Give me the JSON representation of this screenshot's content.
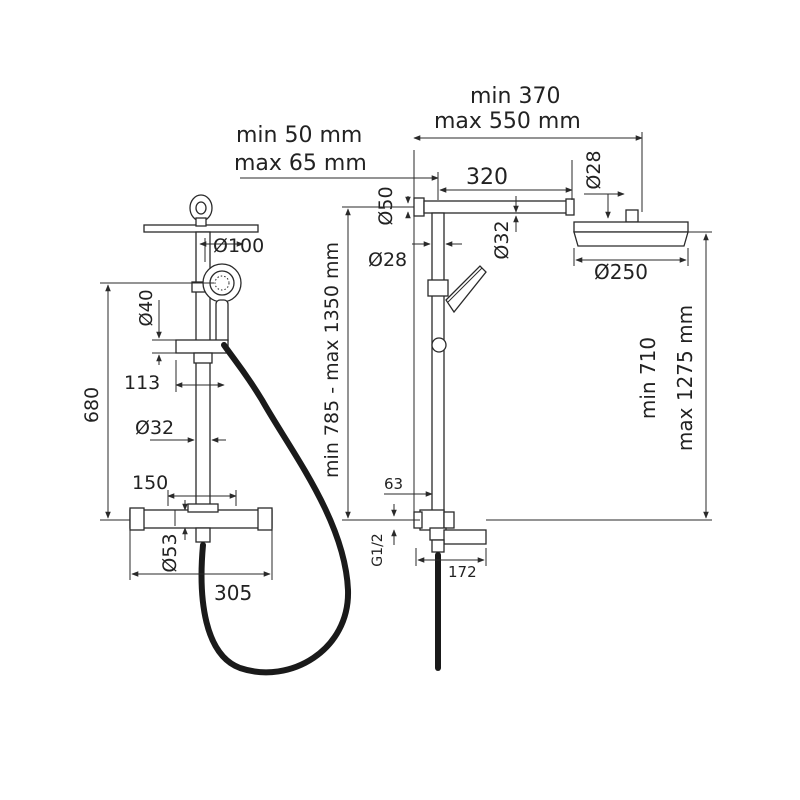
{
  "left_view": {
    "d_100": "Ø100",
    "d_40": "Ø40",
    "w_113": "113",
    "h_680": "680",
    "d_32": "Ø32",
    "w_150": "150",
    "d_53": "Ø53",
    "w_305": "305"
  },
  "right_view": {
    "reach_min": "min 370",
    "reach_max": "max 550 mm",
    "wall_min": "min 50 mm",
    "wall_max": "max 65 mm",
    "arm_320": "320",
    "d_28_top": "Ø28",
    "d_50": "Ø50",
    "d_32": "Ø32",
    "d_28": "Ø28",
    "d_250": "Ø250",
    "height_range": "min 785 - max 1350 mm",
    "head_min": "min 710",
    "head_max": "max 1275 mm",
    "w_63": "63",
    "thread": "G1/2",
    "w_172": "172"
  }
}
